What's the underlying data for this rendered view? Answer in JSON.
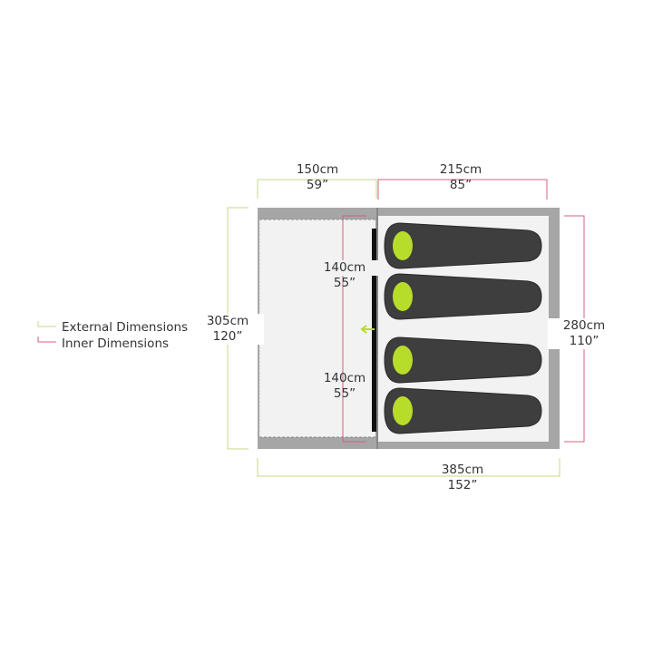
{
  "colors": {
    "external": "#c5d88a",
    "inner": "#d4607f",
    "accent_green": "#b8dc2a",
    "bag_dark": "#3e3e3e",
    "floor_grey": "#a6a6a6",
    "floor_light": "#f2f2f2",
    "divider": "#111111",
    "text": "#333333"
  },
  "legend": {
    "external_label": "External Dimensions",
    "inner_label": "Inner Dimensions"
  },
  "dimensions": {
    "porch_width": {
      "cm": "150cm",
      "in": "59”"
    },
    "bedroom_width": {
      "cm": "215cm",
      "in": "85”"
    },
    "door_upper": {
      "cm": "140cm",
      "in": "55”"
    },
    "door_lower": {
      "cm": "140cm",
      "in": "55”"
    },
    "external_depth": {
      "cm": "305cm",
      "in": "120”"
    },
    "inner_depth": {
      "cm": "280cm",
      "in": "110”"
    },
    "total_length": {
      "cm": "385cm",
      "in": "152”"
    }
  },
  "sleeping_bags": {
    "count": 4
  },
  "icons": {
    "door_arrow": "arrow-left-icon"
  }
}
